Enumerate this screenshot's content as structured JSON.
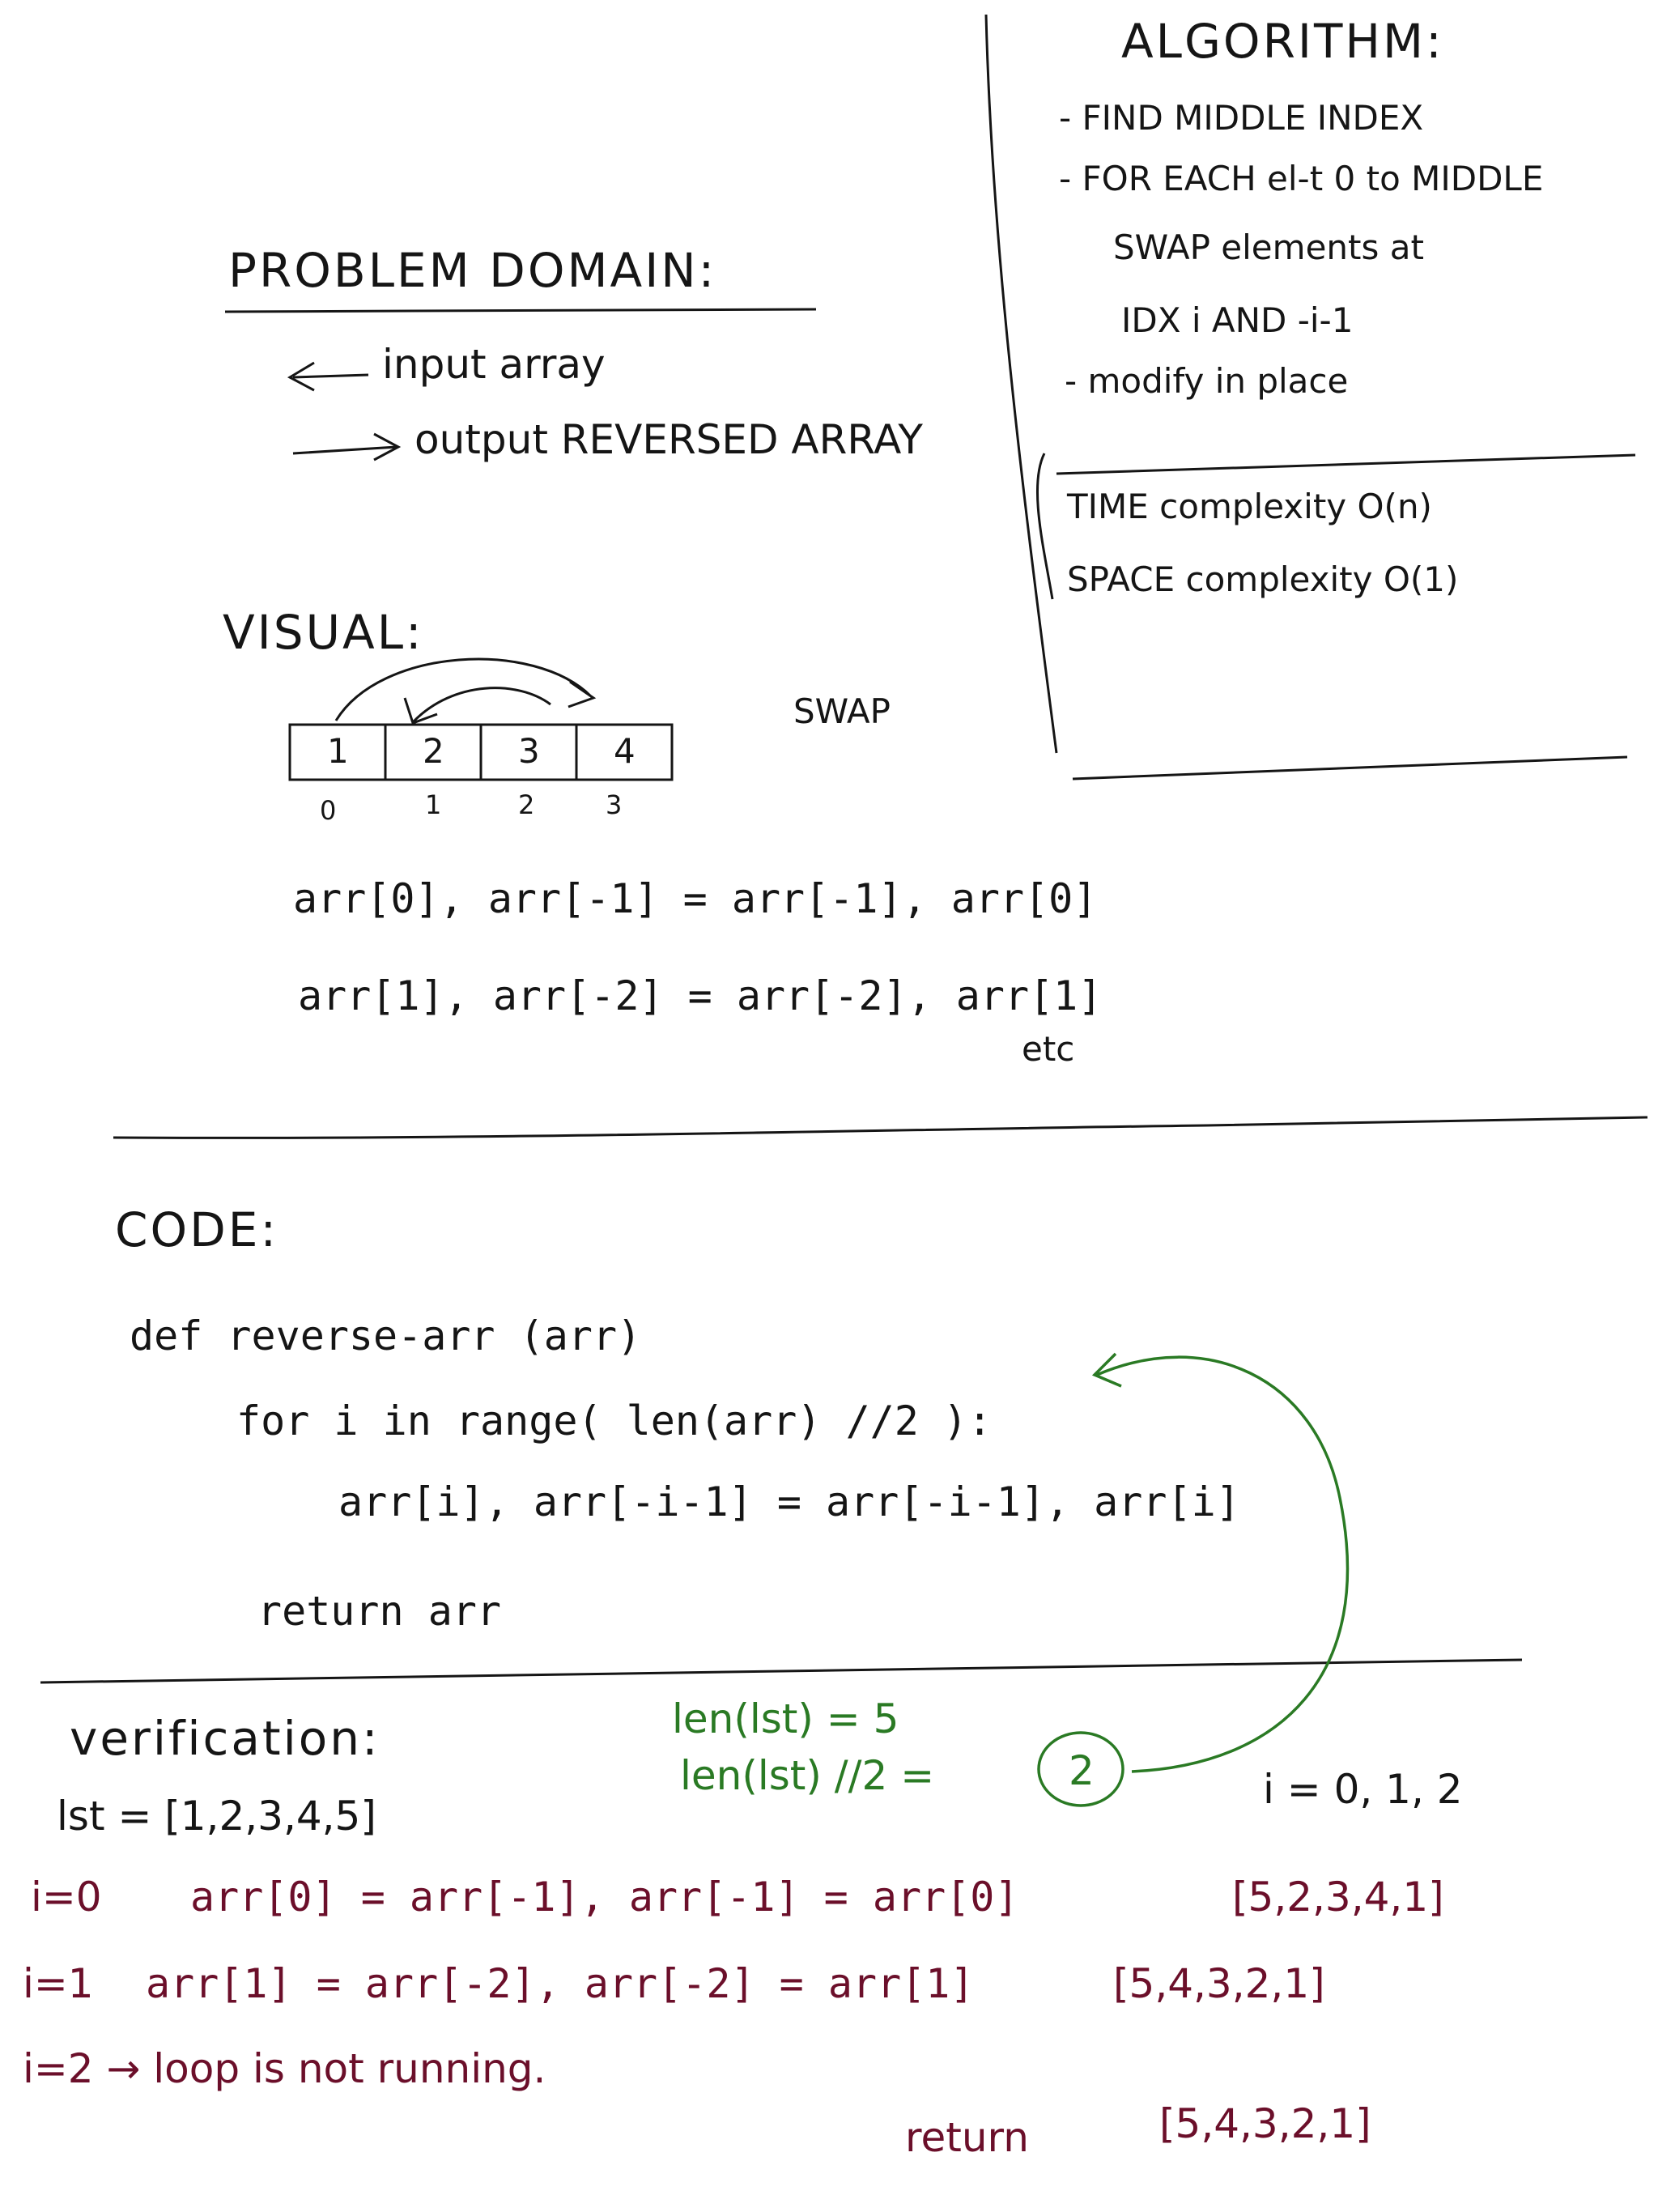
{
  "problem_domain": {
    "title": "PROBLEM DOMAIN:",
    "input": "input array",
    "output": "output REVERSED ARRAY"
  },
  "algorithm": {
    "title": "ALGORITHM:",
    "steps": [
      "- FIND MIDDLE INDEX",
      "- FOR EACH el-t 0 to MIDDLE",
      "SWAP elements at",
      "IDX i AND -i-1",
      "- modify in place"
    ],
    "time": "TIME complexity O(n)",
    "space": "SPACE complexity O(1)"
  },
  "visual": {
    "title": "VISUAL:",
    "swap_label": "SWAP",
    "cells": [
      "1",
      "2",
      "3",
      "4"
    ],
    "indices": [
      "0",
      "1",
      "2",
      "3"
    ],
    "eq1": "arr[0], arr[-1] = arr[-1], arr[0]",
    "eq2": "arr[1], arr[-2] = arr[-2], arr[1]",
    "etc": "etc"
  },
  "code": {
    "title": "CODE:",
    "line1": "def reverse-arr (arr)",
    "line2": "for i in range( len(arr) //2 ):",
    "line3": "arr[i], arr[-i-1] = arr[-i-1], arr[i]",
    "line4": "return arr"
  },
  "verification": {
    "title": "verification:",
    "lst": "lst = [1,2,3,4,5]",
    "len_line": "len(lst) = 5",
    "half_line": "len(lst) //2 =",
    "half_value": "2",
    "i_values": "i = 0, 1, 2",
    "row0_label": "i=0",
    "row0_expr": "arr[0] = arr[-1], arr[-1] = arr[0]",
    "row0_result": "[5,2,3,4,1]",
    "row1_label": "i=1",
    "row1_expr": "arr[1] = arr[-2], arr[-2] = arr[1]",
    "row1_result": "[5,4,3,2,1]",
    "row2_text": "i=2 → loop is not running.",
    "return_word": "return",
    "return_value": "[5,4,3,2,1]"
  },
  "colors": {
    "ink": "#151515",
    "green": "#2a7a24",
    "maroon": "#6b0f2a"
  }
}
